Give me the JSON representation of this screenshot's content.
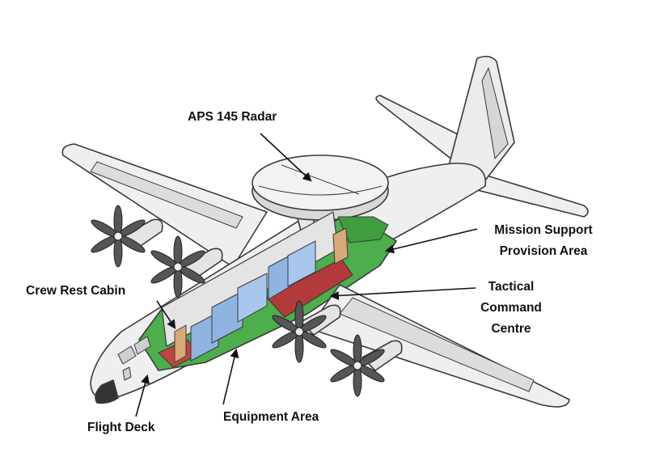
{
  "labels": {
    "radar": "APS 145 Radar",
    "mission": [
      "Mission Support",
      "Provision Area"
    ],
    "tactical": [
      "Tactical",
      "Command",
      "Centre"
    ],
    "crew": "Crew Rest Cabin",
    "equipment": "Equipment Area",
    "flight": "Flight Deck"
  },
  "colors": {
    "airframe": "#efefef",
    "airframe_shadow": "#d4d4d4",
    "outline": "#3a3a3a",
    "cabin_floor_green": "#4cae4c",
    "console_blue": "#8fb4e2",
    "console_red": "#b33a3a",
    "wood": "#d8a877"
  }
}
